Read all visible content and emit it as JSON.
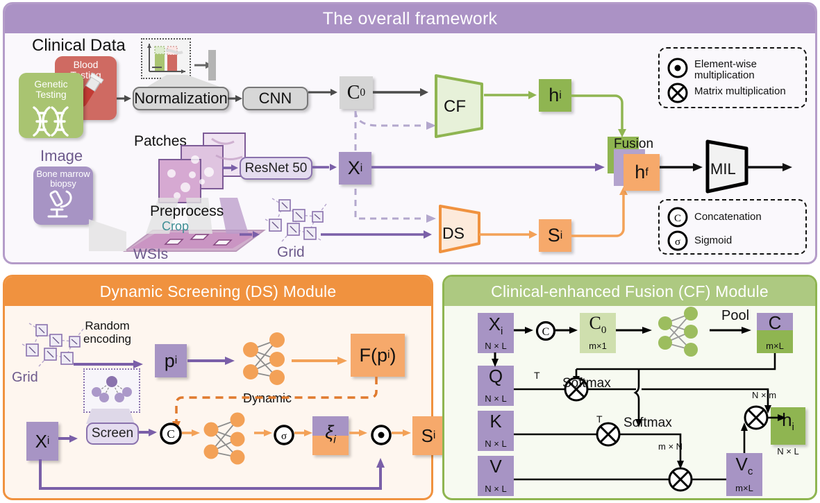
{
  "figure": {
    "type": "diagram",
    "title": "The overall framework"
  },
  "panels": {
    "top": {
      "title": "The overall framework",
      "header_color": "#ab92c5",
      "border_color": "#b49cc9"
    },
    "ds": {
      "title": "Dynamic Screening (DS) Module",
      "header_color": "#f0923f",
      "border_color": "#f0923f"
    },
    "cf": {
      "title": "Clinical-enhanced Fusion (CF) Module",
      "header_color": "#adc981",
      "border_color": "#8fb551"
    }
  },
  "overall": {
    "clinical_data_label": "Clinical Data",
    "genetic_testing": "Genetic Testing",
    "genetic_testing_l1": "Genetic",
    "genetic_testing_l2": "Testing",
    "blood_testing_l1": "Blood",
    "blood_testing_l2": "Testing",
    "normalization": "Normalization",
    "cnn": "CNN",
    "c0": "C",
    "c0_sub": "0",
    "cf_block": "CF",
    "hi": "h",
    "hi_sub": "i",
    "image_label": "Image",
    "bone_marrow_l1": "Bone marrow",
    "bone_marrow_l2": "biopsy",
    "patches": "Patches",
    "preprocess": "Preprocess",
    "crop": "Crop",
    "wsis": "WSIs",
    "grid": "Grid",
    "resnet": "ResNet 50",
    "xi": "X",
    "xi_sub": "i",
    "ds_block": "DS",
    "si": "S",
    "si_sub": "i",
    "fusion": "Fusion",
    "hf": "h",
    "hf_sub": "f",
    "mil": "MIL"
  },
  "legend_top": {
    "items": [
      {
        "icon": "dot-in-circle-icon",
        "line1": "Element-wise",
        "line2": "multiplication"
      },
      {
        "icon": "cross-in-circle-icon",
        "line1": "Matrix multiplication",
        "line2": ""
      }
    ]
  },
  "legend_bottom": {
    "items": [
      {
        "icon": "c-in-circle-icon",
        "label": "Concatenation"
      },
      {
        "icon": "sigma-in-circle-icon",
        "label": "Sigmoid"
      }
    ]
  },
  "ds_module": {
    "grid": "Grid",
    "random_encoding_l1": "Random",
    "random_encoding_l2": "encoding",
    "pi": "p",
    "pi_sub": "i",
    "dynamic": "Dynamic",
    "fpi": "F(p",
    "fpi_sub": "i",
    "fpi_end": ")",
    "xi": "X",
    "xi_sub": "i",
    "screen": "Screen",
    "concat_icon": "C",
    "sigmoid_icon": "σ",
    "xi_out": "ξ",
    "xi_out_sub": "i",
    "elemwise_icon": "•",
    "si": "S",
    "si_sub": "i"
  },
  "cf_module": {
    "xi": "X",
    "xi_sub": "i",
    "xi_dim": "N × L",
    "concat_icon": "C",
    "c0": "C",
    "c0_sub": "0",
    "c0_dim": "m×1",
    "pool": "Pool",
    "c": "C",
    "c_dim": "m×L",
    "q": "Q",
    "q_dim": "N × L",
    "k": "K",
    "k_dim": "N × L",
    "v": "V",
    "v_dim": "N × L",
    "vc": "V",
    "vc_sub": "c",
    "vc_dim": "m×L",
    "softmax_1": "Softmax",
    "softmax_2": "Softmax",
    "transpose_1": "T",
    "transpose_2": "T",
    "dim_nm": "N × m",
    "dim_mn": "m × N",
    "hi": "h",
    "hi_sub": "i",
    "hi_dim": "N × L"
  },
  "colors": {
    "purple": "#a794c4",
    "light_purple": "#b3a3cd",
    "green": "#8fb551",
    "light_green": "#cfdfae",
    "orange": "#f6a96b",
    "orange_header": "#f0923f",
    "grey": "#d5d5d5",
    "red": "#cf6a62",
    "dark_arrow": "#4b4b4b"
  }
}
